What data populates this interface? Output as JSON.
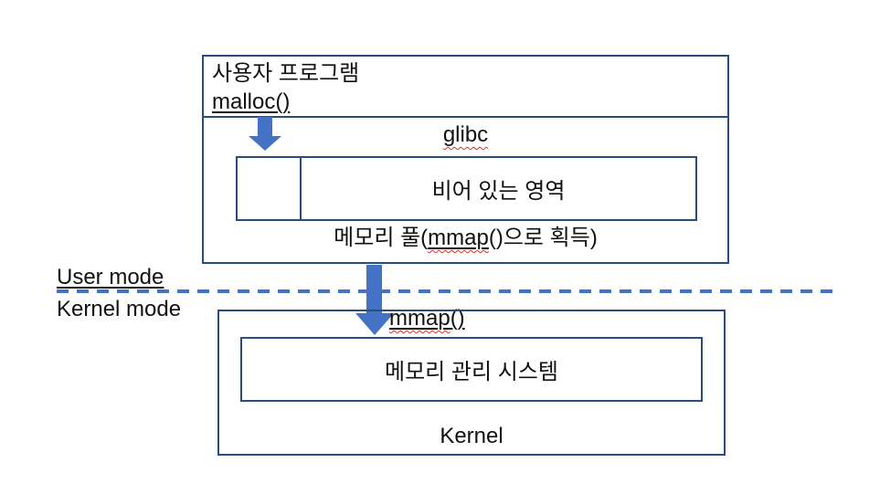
{
  "colors": {
    "border": "#2a4d7e",
    "accent": "#4472c4",
    "squiggle": "#e0302a",
    "text": "#111111"
  },
  "user_area": {
    "program_title": "사용자 프로그램",
    "malloc_label": "malloc()",
    "glibc_label": "glibc",
    "free_area_label": "비어 있는 영역",
    "pool_caption": {
      "prefix": "메모리 풀(",
      "keyword": "mmap",
      "suffix": "()으로 획득)"
    }
  },
  "mode_boundary": {
    "user_mode_label": "User mode",
    "kernel_mode_label": "Kernel mode"
  },
  "kernel_area": {
    "mmap_call": {
      "keyword": "mmap",
      "suffix": "()"
    },
    "memory_system_label": "메모리 관리 시스템",
    "kernel_label": "Kernel"
  }
}
